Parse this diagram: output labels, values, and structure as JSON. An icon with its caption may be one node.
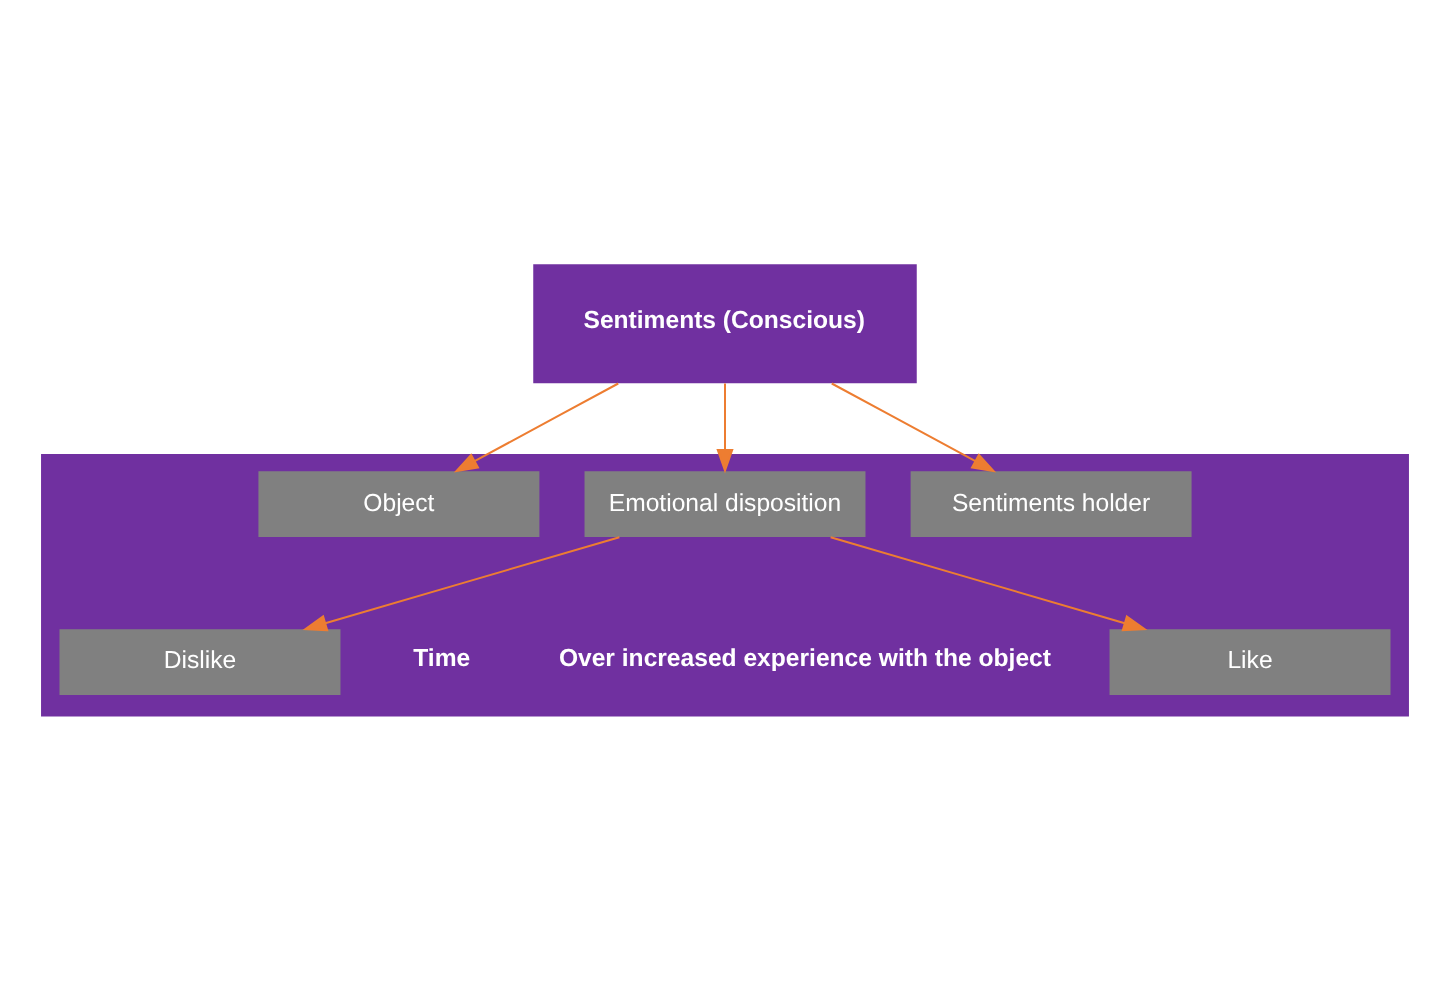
{
  "diagram": {
    "nodes": [
      {
        "text": [
          "Sentiments (Conscious)"
        ]
      },
      {
        "text": [],
        "shape": "box"
      },
      {
        "text": [
          "Sentiments holder"
        ],
        "in": 1
      },
      {
        "text": [
          "Emotional disposition"
        ],
        "in": 1
      },
      {
        "text": [
          "Object"
        ],
        "in": 1
      },
      {
        "text": [
          "Like"
        ],
        "in": 1
      },
      {
        "text": [
          "Dislike"
        ],
        "in": 1
      }
    ],
    "edges": [
      {
        "from": 0,
        "to": 2,
        "arrow": "to"
      },
      {
        "from": 0,
        "to": 3,
        "arrow": "to"
      },
      {
        "from": 0,
        "to": 4,
        "arrow": "to"
      },
      {
        "from": 3,
        "to": 5,
        "arrow": "to"
      },
      {
        "from": 3,
        "to": 6,
        "arrow": "to"
      }
    ],
    "labels": [
      "Over increased experience with the object",
      "Time"
    ]
  }
}
